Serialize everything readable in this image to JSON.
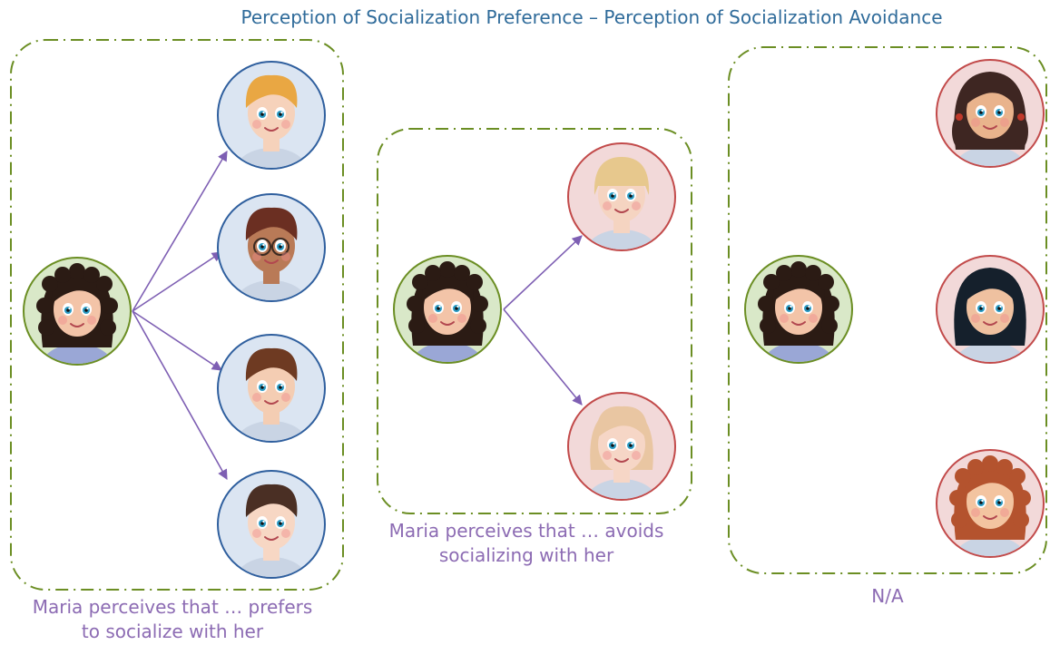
{
  "title": "Perception of Socialization Preference – Perception of Socialization Avoidance",
  "colors": {
    "panel_border": "#6b8e23",
    "arrow": "#7e5fb3",
    "title_text": "#2f6b9a",
    "caption_text": "#8c6bb3",
    "subject_fill": "#d9e8c8",
    "subject_stroke": "#6b8e23",
    "preferred_fill": "#dbe5f2",
    "preferred_stroke": "#2f5f9e",
    "avoided_fill": "#f2d9d9",
    "avoided_stroke": "#c24a4a"
  },
  "panels": [
    {
      "caption_lines": [
        "Maria perceives that … prefers",
        "to socialize with her"
      ],
      "subject": {
        "icon": "girl-curly-dark-hair-avatar"
      },
      "targets": [
        {
          "icon": "boy-blond-hair-avatar",
          "group": "preferred"
        },
        {
          "icon": "boy-glasses-avatar",
          "group": "preferred"
        },
        {
          "icon": "boy-brown-hair-avatar",
          "group": "preferred"
        },
        {
          "icon": "boy-dark-hair-avatar",
          "group": "preferred"
        }
      ]
    },
    {
      "caption_lines": [
        "Maria perceives that … avoids",
        "socializing with her"
      ],
      "subject": {
        "icon": "girl-curly-dark-hair-avatar"
      },
      "targets": [
        {
          "icon": "boy-blond-bowl-cut-avatar",
          "group": "avoided"
        },
        {
          "icon": "girl-blonde-bob-avatar",
          "group": "avoided"
        }
      ]
    },
    {
      "caption_lines": [
        "N/A"
      ],
      "subject": {
        "icon": "girl-curly-dark-hair-avatar"
      },
      "targets": [
        {
          "icon": "girl-pigtails-avatar",
          "group": "avoided"
        },
        {
          "icon": "girl-black-hair-avatar",
          "group": "avoided"
        },
        {
          "icon": "girl-red-hair-avatar",
          "group": "avoided"
        }
      ]
    }
  ]
}
